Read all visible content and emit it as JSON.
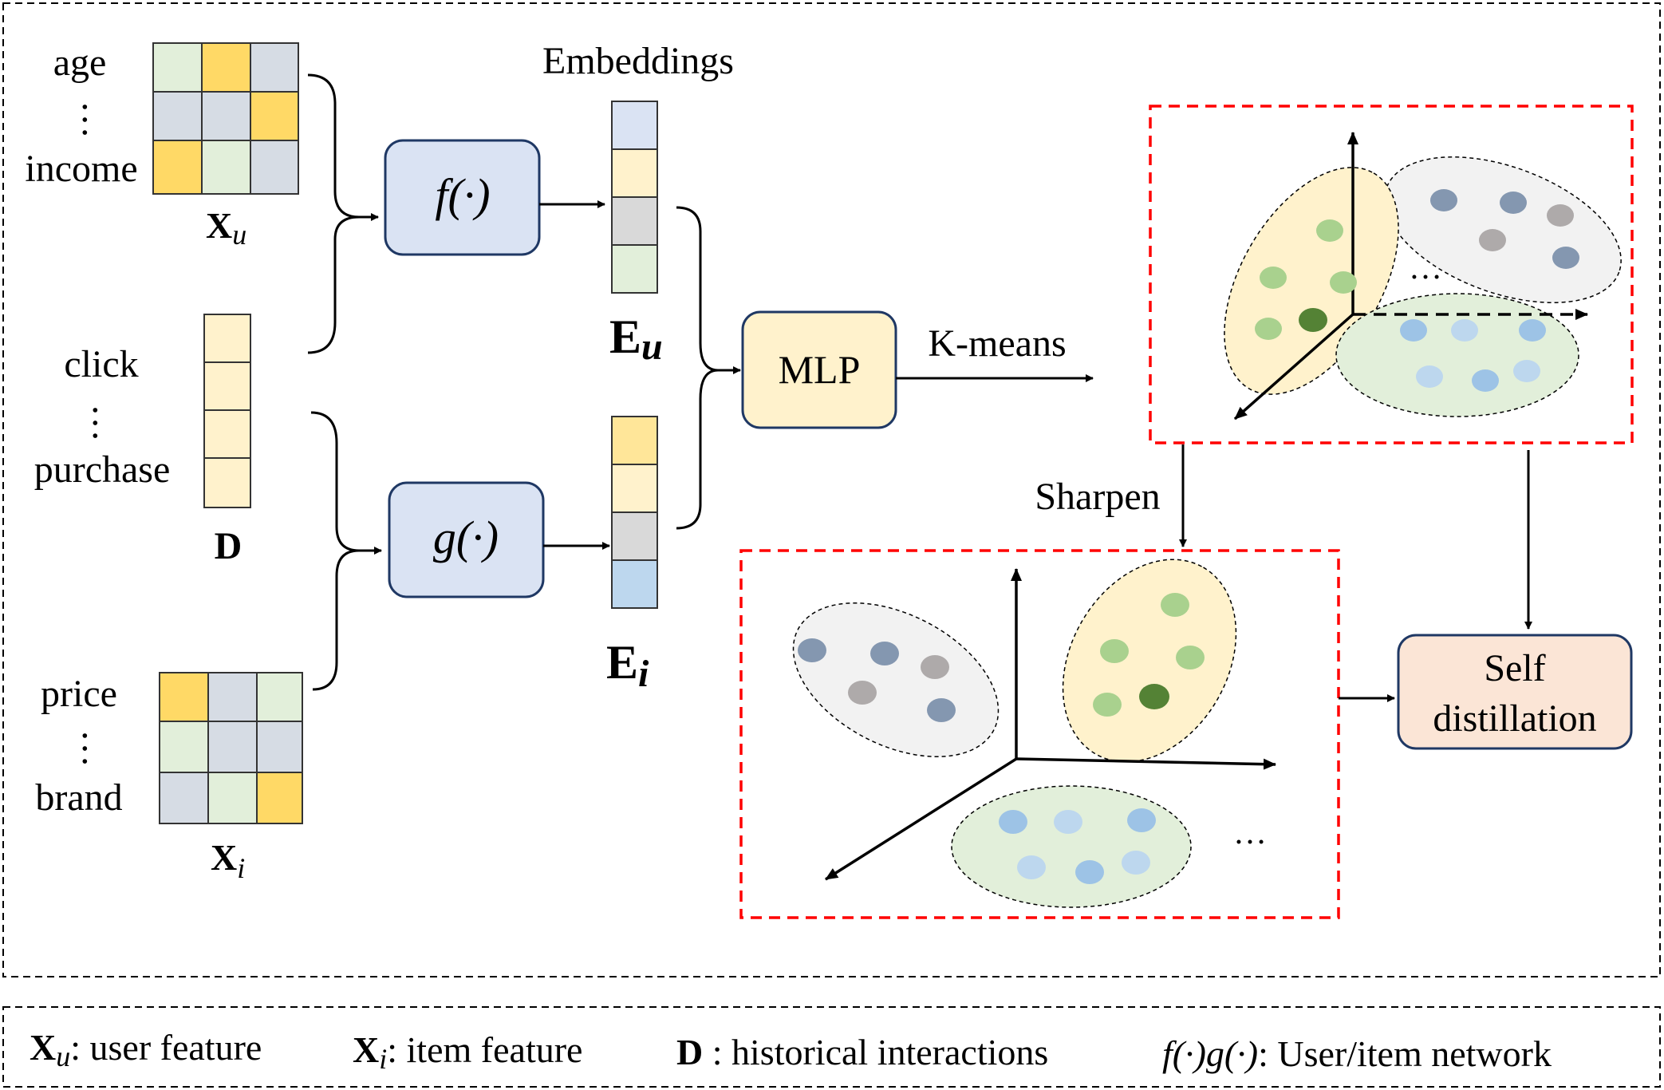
{
  "feature_labels": {
    "user": {
      "top": "age",
      "bottom": "income"
    },
    "interaction": {
      "top": "click",
      "bottom": "purchase"
    },
    "item": {
      "top": "price",
      "bottom": "brand"
    }
  },
  "matrix_labels": {
    "xu_base": "X",
    "xu_sub": "u",
    "d": "D",
    "xi_base": "X",
    "xi_sub": "i"
  },
  "networks": {
    "f": "f(·)",
    "g": "g(·)"
  },
  "embeddings": {
    "title": "Embeddings",
    "eu_base": "E",
    "eu_sub": "u",
    "ei_base": "E",
    "ei_sub": "i"
  },
  "mlp": "MLP",
  "kmeans": "K-means",
  "sharpen": "Sharpen",
  "self_distillation": {
    "line1": "Self",
    "line2": "distillation"
  },
  "ellipsis": "…",
  "legend": {
    "xu_base": "X",
    "xu_sub": "u",
    "xu_text": ": user feature",
    "xi_base": "X",
    "xi_sub": "i",
    "xi_text": ": item feature",
    "d_base": "D",
    "d_text": " : historical interactions",
    "net_f": "f(·)",
    "net_g": "g(·)",
    "net_text": ": User/item network"
  },
  "colors": {
    "matrix_green": "#e2efda",
    "matrix_yellow": "#ffd966",
    "matrix_gray": "#d6dce4",
    "pale_yellow": "#fff2cc",
    "light_blue": "#dae3f3",
    "gray": "#d9d9d9",
    "blue": "#bdd7ee",
    "node_blue": "#dae3f3",
    "node_border": "#1f3864",
    "mlp_fill": "#fff2cc",
    "distill_fill": "#fbe5d6",
    "red_dash": "#ff0000",
    "dot_green": "#a9d18e",
    "dot_dark_green": "#548235",
    "dot_slate": "#8497b0",
    "dot_gray": "#aeaaaa",
    "dot_blue": "#9dc3e6",
    "dot_light_blue": "#bdd7ee"
  }
}
